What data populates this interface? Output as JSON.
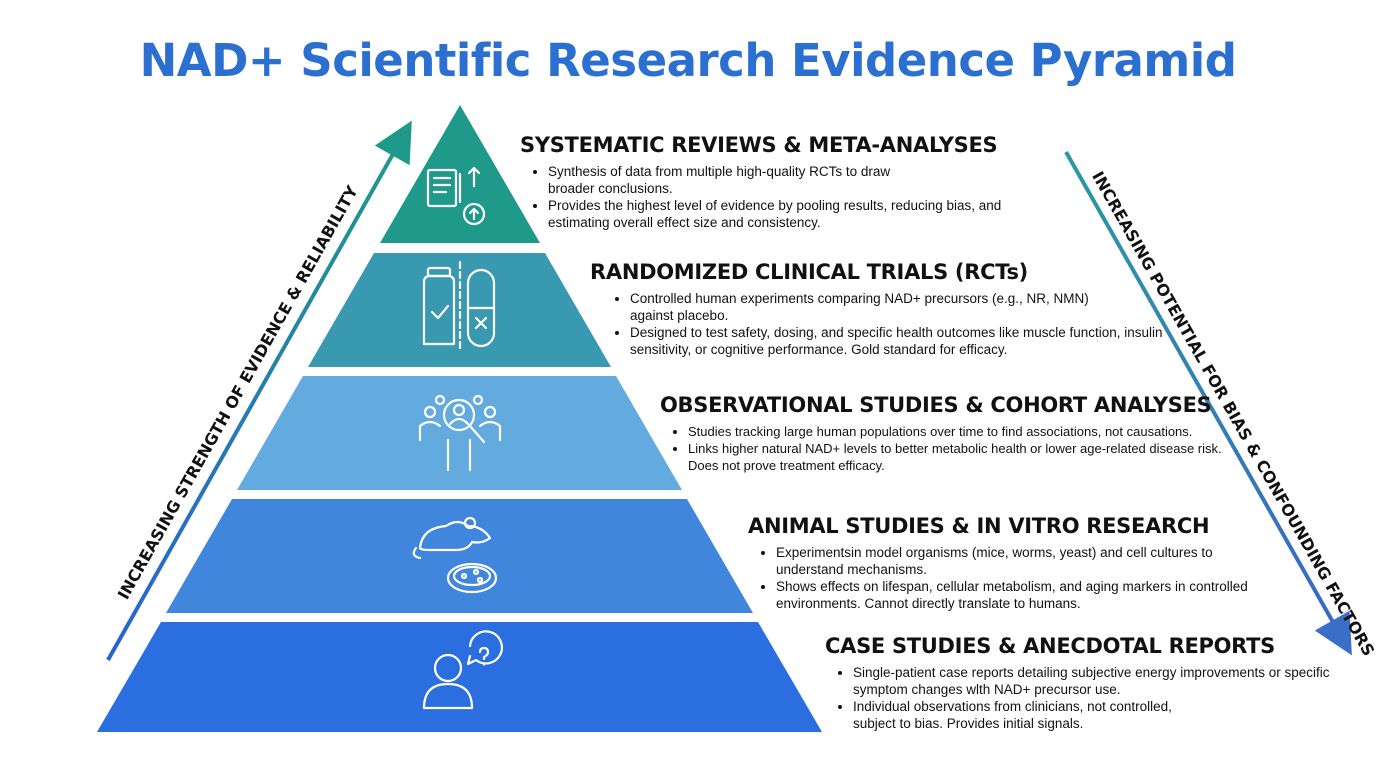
{
  "title": "NAD+ Scientific Research Evidence Pyramid",
  "left_arrow_label": "INCREASING STRENGTH OF EVIDENCE & RELIABILITY",
  "right_arrow_label": "INCREASING POTENTIAL FOR BIAS & CONFOUNDING FACTORS",
  "colors": {
    "title": "#2b6fd1",
    "tier1": "#1f9a8a",
    "tier2": "#3899b0",
    "tier3": "#63aadf",
    "tier4": "#3f86dc",
    "tier5": "#2a6ee0"
  },
  "tiers": [
    {
      "heading": "SYSTEMATIC REVIEWS & META-ANALYSES",
      "icon": "documents-upload-icon",
      "bullets": [
        "Synthesis of data from multiple high-quality RCTs to draw broader conclusions.",
        "Provides the highest level of evidence by pooling results, reducing bias, and estimating overall effect size and consistency."
      ]
    },
    {
      "heading": "RANDOMIZED CLINICAL TRIALS (RCTs)",
      "icon": "pill-bottle-capsule-icon",
      "bullets": [
        "Controlled human experiments comparing NAD+ precursors (e.g., NR, NMN) against placebo.",
        "Designed to test safety, dosing, and specific health outcomes like muscle function, insulin sensitivity, or cognitive performance. Gold standard for efficacy."
      ]
    },
    {
      "heading": "OBSERVATIONAL STUDIES & COHORT ANALYSES",
      "icon": "population-magnifier-icon",
      "bullets": [
        "Studies tracking large human populations over time to find associations, not causations.",
        "Links higher natural NAD+ levels to better metabolic health or lower age-related disease risk. Does not prove treatment efficacy."
      ]
    },
    {
      "heading": "ANIMAL STUDIES & IN VITRO RESEARCH",
      "icon": "mouse-petri-dish-icon",
      "bullets": [
        "Experimentsin model organisms (mice, worms, yeast) and cell cultures to understand mechanisms.",
        "Shows effects on lifespan, cellular metabolism, and aging markers in controlled environments. Cannot directly translate to humans."
      ]
    },
    {
      "heading": "CASE STUDIES & ANECDOTAL REPORTS",
      "icon": "person-question-icon",
      "bullets": [
        "Single-patient case reports detailing subjective energy improvements or specific symptom changes wlth NAD+ precursor use.",
        "Individual observations from clinicians, not controlled, subject to bias. Provides initial signals."
      ]
    }
  ]
}
